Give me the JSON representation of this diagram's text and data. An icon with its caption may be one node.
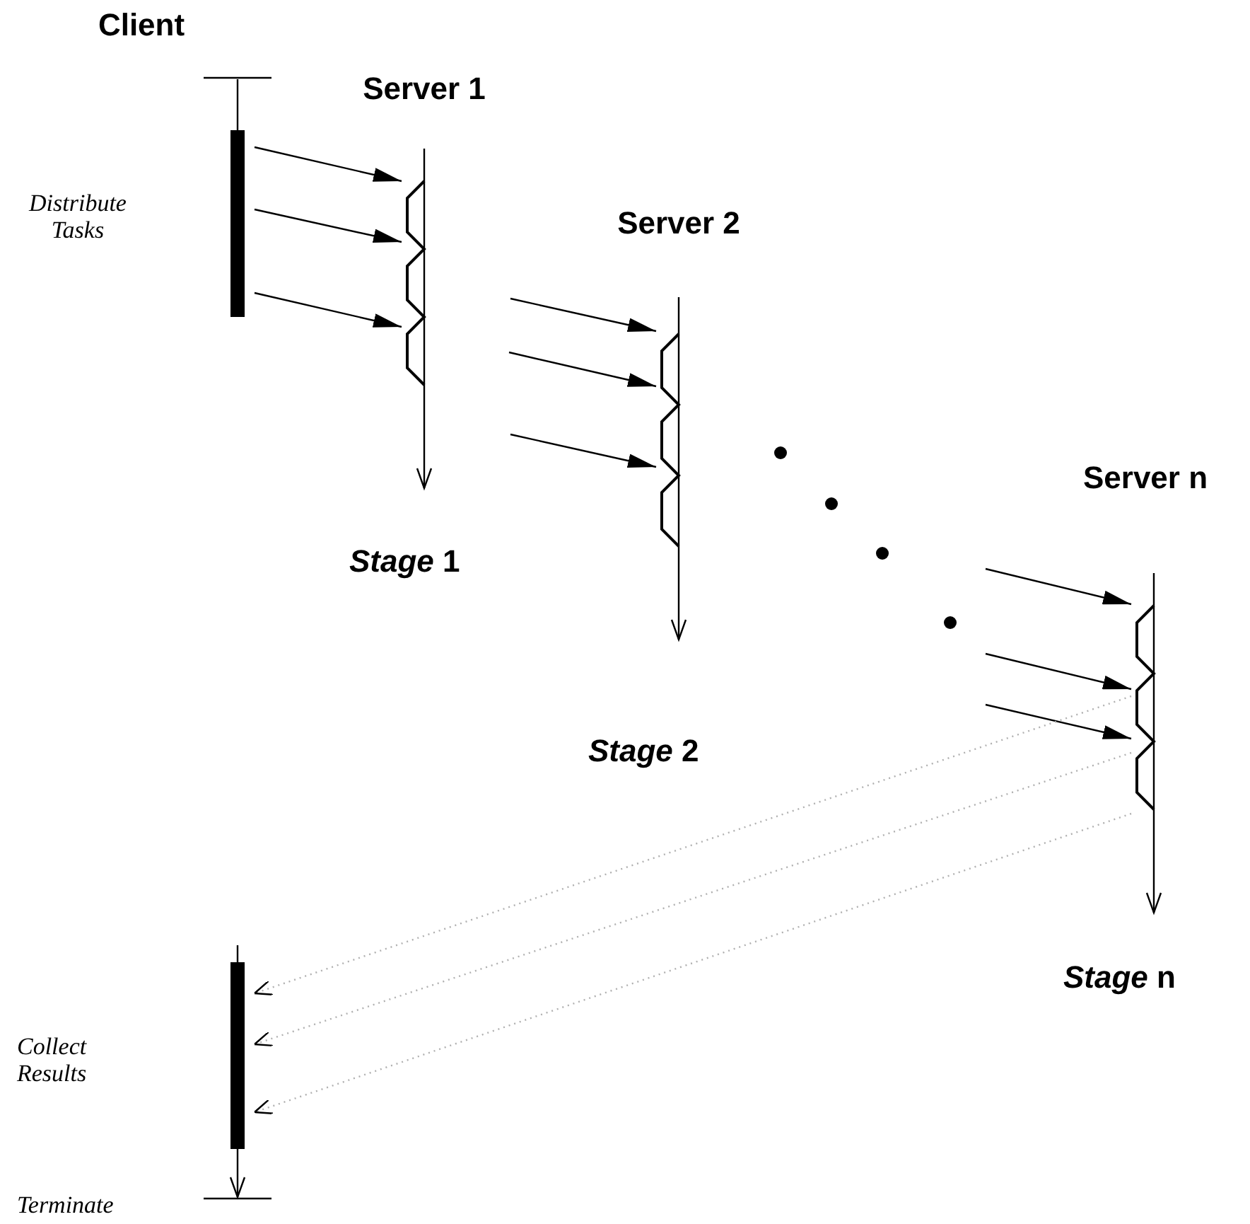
{
  "diagram": {
    "nodes": [
      {
        "text": [
          "Client"
        ],
        "beside": [
          "Distribute Tasks"
        ]
      },
      {
        "text": [
          "Server 1"
        ],
        "beside": [
          "*Stage* 1"
        ]
      },
      {
        "text": [
          "Server 2"
        ],
        "beside": [
          "*Stage* 2"
        ]
      },
      {
        "text": [
          "Server n"
        ],
        "beside": [
          "*Stage* n"
        ]
      },
      {
        "text": [],
        "shape": "bar"
      }
    ],
    "edges": [
      {
        "from": 0,
        "to": 1,
        "arrow": "to"
      },
      {
        "from": 0,
        "to": 1,
        "arrow": "to"
      },
      {
        "from": 0,
        "to": 1,
        "arrow": "to"
      },
      {
        "from": null,
        "to": 2,
        "arrow": "to"
      },
      {
        "from": null,
        "to": 2,
        "arrow": "to"
      },
      {
        "from": null,
        "to": 2,
        "arrow": "to"
      },
      {
        "from": null,
        "to": 3,
        "arrow": "to"
      },
      {
        "from": null,
        "to": 3,
        "arrow": "to"
      },
      {
        "from": null,
        "to": 3,
        "arrow": "to"
      },
      {
        "from": 3,
        "to": 4,
        "arrow": "to",
        "style": "dashed",
        "color": "#b0b0b0"
      },
      {
        "from": 3,
        "to": 4,
        "arrow": "to",
        "style": "dashed",
        "color": "#b0b0b0"
      },
      {
        "from": 3,
        "to": 4,
        "arrow": "to",
        "style": "dashed",
        "color": "#b0b0b0"
      }
    ],
    "labels": [
      "Collect Results",
      "Terminate"
    ]
  }
}
